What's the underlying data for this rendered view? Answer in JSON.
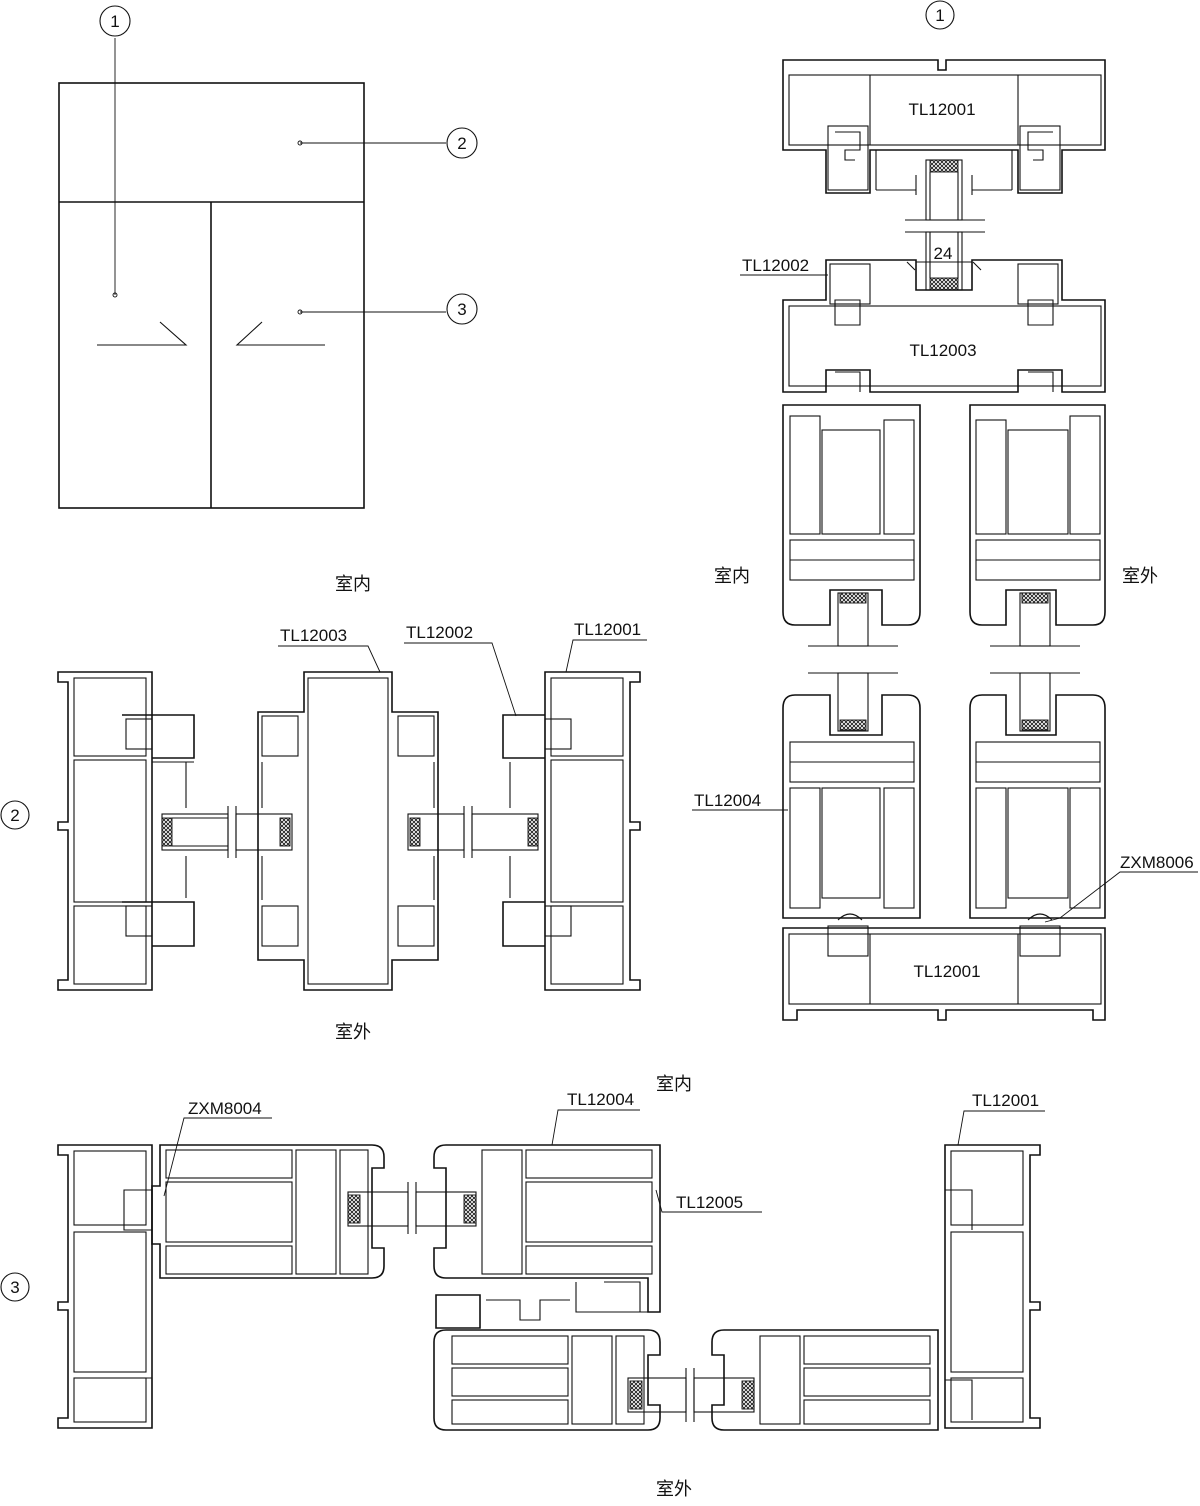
{
  "markers": {
    "one": "1",
    "two": "2",
    "three": "3"
  },
  "sides": {
    "indoor": "室内",
    "outdoor": "室外"
  },
  "profiles": {
    "tl12001": "TL12001",
    "tl12002": "TL12002",
    "tl12003": "TL12003",
    "tl12004": "TL12004",
    "tl12005": "TL12005",
    "zxm8004": "ZXM8004",
    "zxm8006": "ZXM8006"
  },
  "dimensions": {
    "glass_gap": "24"
  }
}
